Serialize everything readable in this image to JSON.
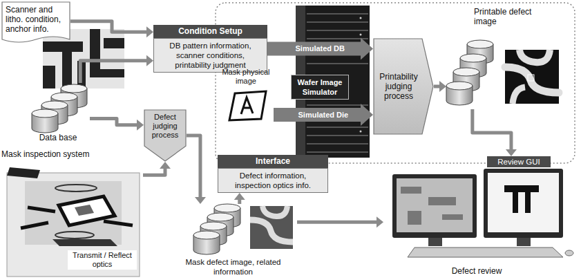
{
  "diagram": {
    "nodes": [
      {
        "text": [
          "Scanner and litho. condition, anchor info."
        ]
      },
      {
        "text": [
          "Condition Setup",
          "DB pattern information, scanner conditions, printability judgment"
        ]
      },
      {
        "text": [
          "Data base"
        ]
      },
      {
        "text": [
          "Wafer Image Simulator"
        ]
      },
      {
        "text": [
          "Mask physical image"
        ]
      },
      {
        "text": [
          "Printability judging process"
        ]
      },
      {
        "text": [
          "Printable defect image"
        ]
      },
      {
        "text": [
          "Defect judging process"
        ]
      },
      {
        "text": [
          "Mask inspection system"
        ]
      },
      {
        "text": [
          "Interface",
          "Defect information, inspection optics info."
        ]
      },
      {
        "text": [
          "Mask defect image, related information"
        ]
      },
      {
        "text": [
          "Review GUI",
          "Defect review"
        ]
      }
    ],
    "edges": [
      {
        "from": 0,
        "to": 1,
        "arrow": "to"
      },
      {
        "from": 2,
        "to": 1,
        "arrow": "to"
      },
      {
        "from": 1,
        "to": 5,
        "label": "Simulated DB",
        "arrow": "to"
      },
      {
        "from": 4,
        "to": 5,
        "label": "Simulated Die",
        "arrow": "to"
      },
      {
        "from": 5,
        "to": 6,
        "arrow": "to"
      },
      {
        "from": 2,
        "to": 7,
        "arrow": "to"
      },
      {
        "from": 8,
        "to": 7,
        "arrow": "to"
      },
      {
        "from": 7,
        "to": 10,
        "arrow": "to"
      },
      {
        "from": 10,
        "to": 9,
        "arrow": "to"
      },
      {
        "from": 10,
        "to": 11,
        "arrow": "to"
      },
      {
        "from": 6,
        "to": 11,
        "arrow": "to"
      }
    ],
    "labels": [
      "Transmit / Reflect optics"
    ]
  }
}
